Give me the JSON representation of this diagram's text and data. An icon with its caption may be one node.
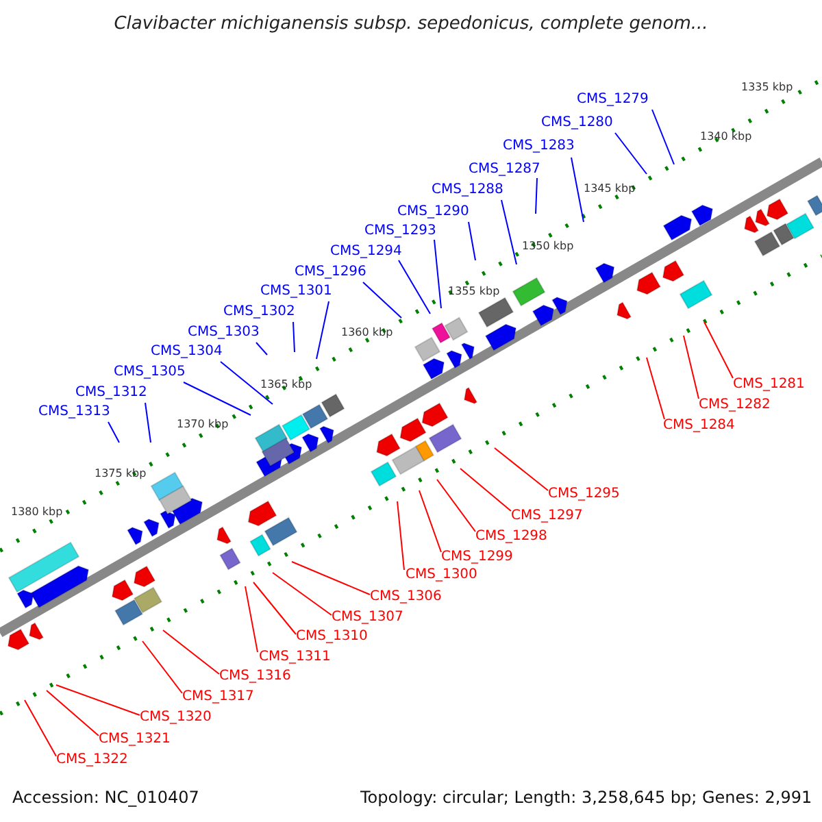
{
  "diagram": {
    "title": "Clavibacter michiganensis subsp. sepedonicus, complete genom...",
    "nodes": [
      {
        "text": [
          "CMS_1279"
        ]
      },
      {
        "text": [
          "CMS_1280"
        ]
      },
      {
        "text": [
          "CMS_1283"
        ]
      },
      {
        "text": [
          "CMS_1287"
        ]
      },
      {
        "text": [
          "CMS_1288"
        ]
      },
      {
        "text": [
          "CMS_1290"
        ]
      },
      {
        "text": [
          "CMS_1293"
        ]
      },
      {
        "text": [
          "CMS_1294"
        ]
      },
      {
        "text": [
          "CMS_1296"
        ]
      },
      {
        "text": [
          "CMS_1301"
        ]
      },
      {
        "text": [
          "CMS_1302"
        ]
      },
      {
        "text": [
          "CMS_1303"
        ]
      },
      {
        "text": [
          "CMS_1304"
        ]
      },
      {
        "text": [
          "CMS_1305"
        ]
      },
      {
        "text": [
          "CMS_1281"
        ]
      },
      {
        "text": [
          "CMS_1312"
        ]
      },
      {
        "text": [
          "CMS_1282"
        ]
      },
      {
        "text": [
          "CMS_1313"
        ]
      },
      {
        "text": [
          "CMS_1284"
        ]
      },
      {
        "text": [
          "CMS_1295"
        ]
      },
      {
        "text": [
          "CMS_1297"
        ]
      },
      {
        "text": [
          "CMS_1298"
        ]
      },
      {
        "text": [
          "CMS_1299"
        ]
      },
      {
        "text": [
          "CMS_1300"
        ]
      },
      {
        "text": [
          "CMS_1306"
        ]
      },
      {
        "text": [
          "CMS_1307"
        ]
      },
      {
        "text": [
          "CMS_1310"
        ]
      },
      {
        "text": [
          "CMS_1311"
        ]
      },
      {
        "text": [
          "CMS_1316"
        ]
      },
      {
        "text": [
          "CMS_1317"
        ]
      },
      {
        "text": [
          "CMS_1320"
        ]
      },
      {
        "text": [
          "CMS_1321"
        ]
      },
      {
        "text": [
          "CMS_1322"
        ]
      }
    ],
    "edges": [
      {
        "from": 0,
        "to": null,
        "arrow": "none",
        "color": "#0000ff"
      },
      {
        "from": 1,
        "to": null,
        "arrow": "none",
        "color": "#0000ff"
      },
      {
        "from": 2,
        "to": null,
        "arrow": "none",
        "color": "#0000ff"
      },
      {
        "from": 3,
        "to": null,
        "arrow": "none",
        "color": "#0000ff"
      },
      {
        "from": 4,
        "to": null,
        "arrow": "none",
        "color": "#0000ff"
      },
      {
        "from": 5,
        "to": null,
        "arrow": "none",
        "color": "#0000ff"
      },
      {
        "from": 6,
        "to": null,
        "arrow": "none",
        "color": "#0000ff"
      },
      {
        "from": 7,
        "to": null,
        "arrow": "none",
        "color": "#0000ff"
      },
      {
        "from": 8,
        "to": null,
        "arrow": "none",
        "color": "#0000ff"
      },
      {
        "from": 9,
        "to": null,
        "arrow": "none",
        "color": "#0000ff"
      },
      {
        "from": 10,
        "to": null,
        "arrow": "none",
        "color": "#0000ff"
      },
      {
        "from": 11,
        "to": null,
        "arrow": "none",
        "color": "#0000ff"
      },
      {
        "from": 12,
        "to": null,
        "arrow": "none",
        "color": "#0000ff"
      },
      {
        "from": 13,
        "to": null,
        "arrow": "none",
        "color": "#0000ff"
      },
      {
        "from": 14,
        "to": null,
        "arrow": "none"
      },
      {
        "from": 15,
        "to": null,
        "arrow": "none",
        "color": "#0000ff"
      },
      {
        "from": 16,
        "to": null,
        "arrow": "none"
      },
      {
        "from": 17,
        "to": null,
        "arrow": "none",
        "color": "#0000ff"
      },
      {
        "from": 18,
        "to": null,
        "arrow": "none"
      },
      {
        "from": 19,
        "to": null,
        "arrow": "none"
      },
      {
        "from": 20,
        "to": null,
        "arrow": "none"
      },
      {
        "from": 21,
        "to": null,
        "arrow": "none"
      },
      {
        "from": 22,
        "to": null,
        "arrow": "none"
      },
      {
        "from": 23,
        "to": null,
        "arrow": "none"
      },
      {
        "from": 24,
        "to": null,
        "arrow": "none"
      },
      {
        "from": 25,
        "to": null,
        "arrow": "none"
      },
      {
        "from": 26,
        "to": null,
        "arrow": "none"
      },
      {
        "from": 27,
        "to": null,
        "arrow": "none"
      },
      {
        "from": 28,
        "to": null,
        "arrow": "none"
      },
      {
        "from": 29,
        "to": null,
        "arrow": "none"
      },
      {
        "from": 30,
        "to": null,
        "arrow": "none"
      },
      {
        "from": 31,
        "to": null,
        "arrow": "none"
      },
      {
        "from": 32,
        "to": null,
        "arrow": "none"
      }
    ],
    "labels": [
      "1335 kbp",
      "1340 kbp",
      "1345 kbp",
      "1350 kbp",
      "1355 kbp",
      "1360 kbp",
      "1365 kbp",
      "1370 kbp",
      "1375 kbp",
      "1380 kbp",
      "Accession: NC_010407",
      "Topology: circular; Length: 3,258,645 bp; Genes: 2,991"
    ]
  }
}
